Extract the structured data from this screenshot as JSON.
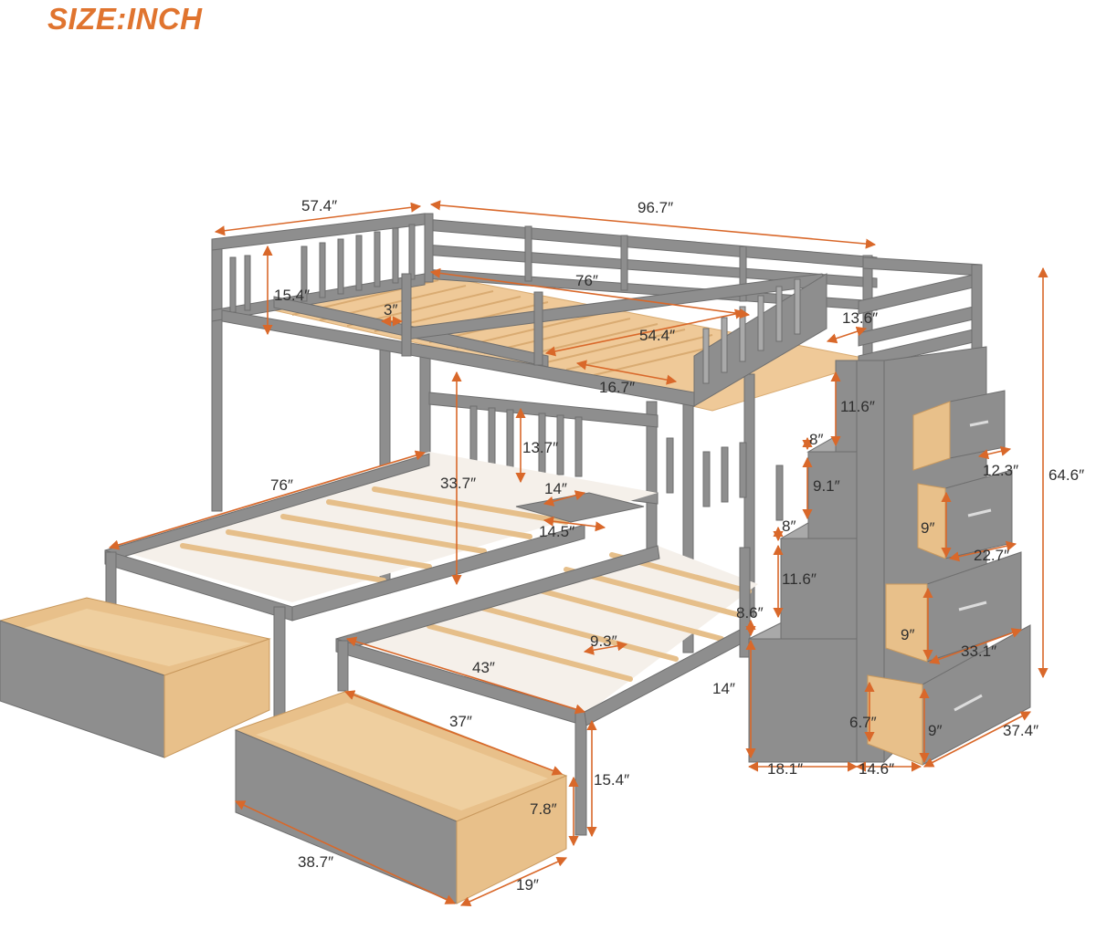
{
  "heading": "SIZE:INCH",
  "colors": {
    "heading": "#e0742f",
    "dimension": "#d9682a",
    "label": "#2f2f2f",
    "frame": "#8e8e8e",
    "frame_dark": "#6e6e6e",
    "frame_light": "#a9a9a9",
    "wood": "#efc998",
    "wood_dark": "#d9ab72",
    "plywood": "#e8c08a"
  },
  "dimensions": {
    "top_width": "57.4″",
    "top_length": "96.7″",
    "guardrail_height": "15.4″",
    "slat_gap": "3″",
    "top_inner_length": "76″",
    "opening_length": "54.4″",
    "entry_width": "16.7″",
    "rail_gap": "13.6″",
    "upper_step_height": "11.6″",
    "headboard_height": "13.7″",
    "underside_clearance": "33.7″",
    "shelf_depth": "14″",
    "shelf_width": "14.5″",
    "lower_bed_length": "76″",
    "step_top_riser": "8″",
    "step_riser_upper": "9.1″",
    "step_second_riser": "8″",
    "step_mid_height": "11.6″",
    "step_lower_riser": "8.6″",
    "drawer_small_depth": "12.3″",
    "drawer_height_1": "9″",
    "drawer_width": "22.7″",
    "drawer_height_2": "9″",
    "drawer_depth": "33.1″",
    "total_height": "64.6″",
    "slat_spacing": "9.3″",
    "twin_width": "43″",
    "base_step_height": "14″",
    "drawer_inner_length": "37″",
    "toe_kick": "6.7″",
    "drawer_height_3": "9″",
    "stair_depth": "37.4″",
    "stair_width": "18.1″",
    "stair_step_width": "14.6″",
    "bed_height": "15.4″",
    "trundle_height": "7.8″",
    "trundle_length": "38.7″",
    "trundle_depth": "19″"
  }
}
